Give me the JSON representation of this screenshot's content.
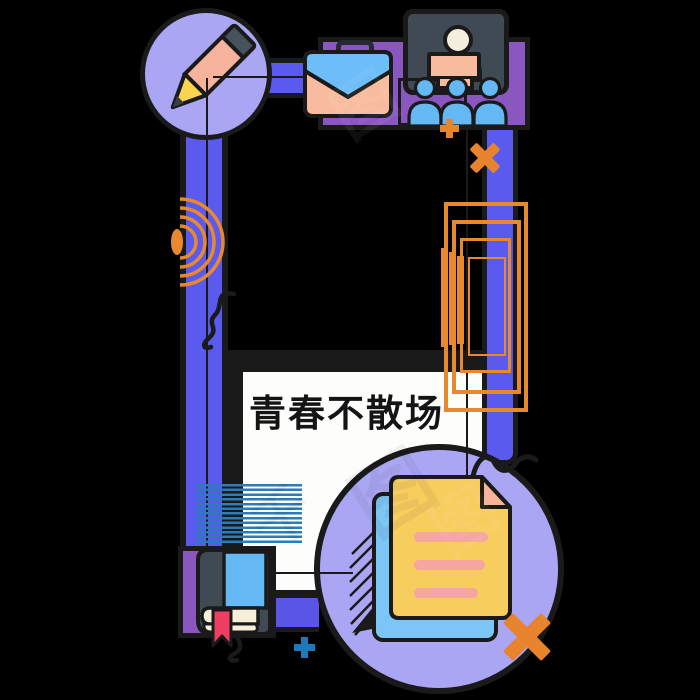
{
  "title": {
    "text": "青春不散场"
  },
  "watermark": {
    "text": "图",
    "alt_text": "千"
  },
  "palette": {
    "background": "#000000",
    "frame_blue": "#5b5aef",
    "panel_purple": "#8a56c0",
    "lavender_circle": "#aaa6f3",
    "slate_dark": "#3f4a54",
    "sky_blue": "#64b9f4",
    "peach": "#f8bb9d",
    "pencil_salmon": "#f8b39c",
    "pencil_tip_yellow": "#fbd44e",
    "doc_yellow": "#f7cd5e",
    "doc_fold_peach": "#f8b49a",
    "doc_line_pink": "#f5a6a1",
    "sheet_blue": "#7cc5f7",
    "accent_orange": "#e8832e",
    "accent_steel_blue": "#1f78b8",
    "ribbon_red": "#ee3f63",
    "pages_cream": "#f6f0d9",
    "person_cream": "#f5eedd",
    "paper_white": "#fdfdfc"
  },
  "icons": [
    "pencil-icon",
    "briefcase-icon",
    "presentation-screen-icon",
    "speaker-icon",
    "podium-icon",
    "audience-icon",
    "documents-icon",
    "copy-sheet-icon",
    "book-icon",
    "bookmark-icon",
    "plus-icon",
    "cross-icon",
    "arc-waves-icon",
    "squiggle-icon",
    "hatch-arrow-icon"
  ]
}
